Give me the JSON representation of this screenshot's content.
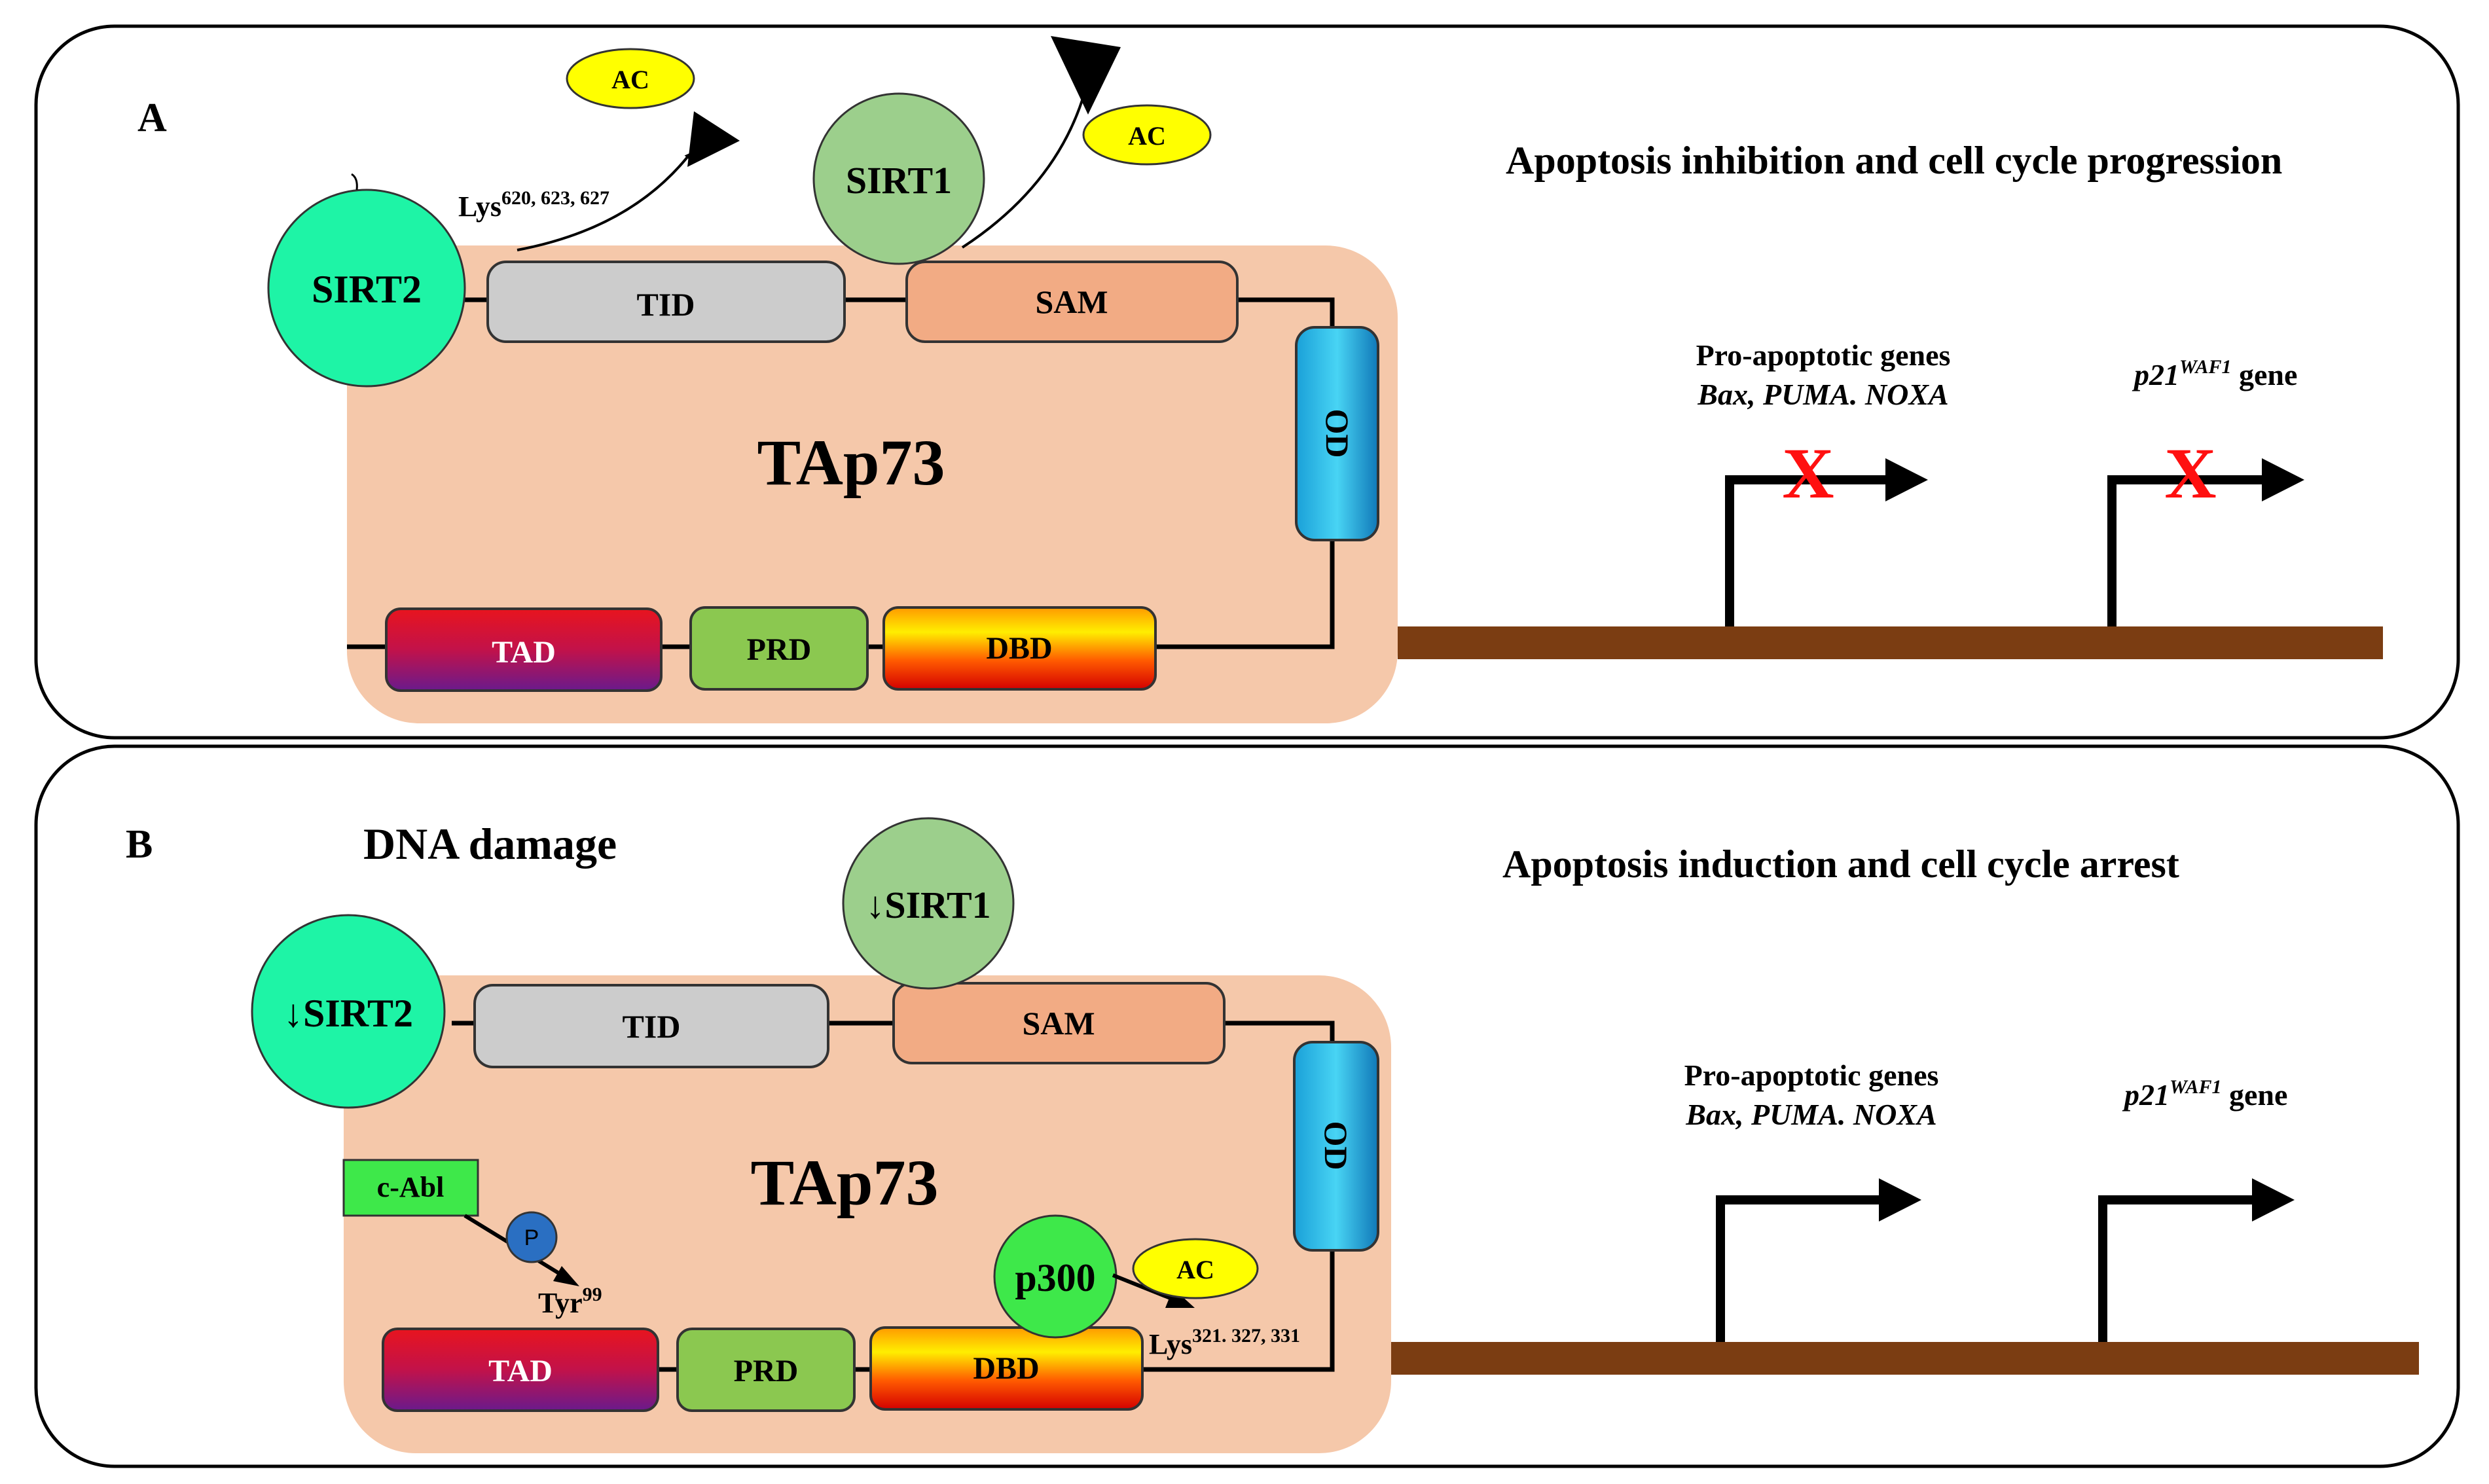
{
  "panel_a": {
    "label": "A",
    "outcome": "Apoptosis inhibition and cell cycle progression",
    "protein_name": "TAp73",
    "sirt2": "SIRT2",
    "sirt1": "SIRT1",
    "ac_1": "AC",
    "ac_2": "AC",
    "lys_base": "Lys",
    "lys_sup": "620, 623, 627",
    "genes_title": "Pro-apoptotic genes",
    "genes_list": "Bax, PUMA. NOXA",
    "p21_base": "p21",
    "p21_sup": "WAF1",
    "p21_suffix": " gene",
    "block_mark_1": "X",
    "block_mark_2": "X"
  },
  "panel_b": {
    "label": "B",
    "trigger": "DNA damage",
    "outcome": "Apoptosis induction and cell cycle arrest",
    "protein_name": "TAp73",
    "sirt2": "↓SIRT2",
    "sirt1": "↓SIRT1",
    "cabl": "c-Abl",
    "p_label": "P",
    "tyr_base": "Tyr",
    "tyr_sup": "99",
    "p300": "p300",
    "ac": "AC",
    "lys_base": "Lys",
    "lys_sup": "321. 327, 331",
    "genes_title": "Pro-apoptotic genes",
    "genes_list": "Bax, PUMA. NOXA",
    "p21_base": "p21",
    "p21_sup": "WAF1",
    "p21_suffix": " gene"
  },
  "domains": {
    "tid": "TID",
    "sam": "SAM",
    "od": "OD",
    "tad": "TAD",
    "prd": "PRD",
    "dbd": "DBD"
  }
}
